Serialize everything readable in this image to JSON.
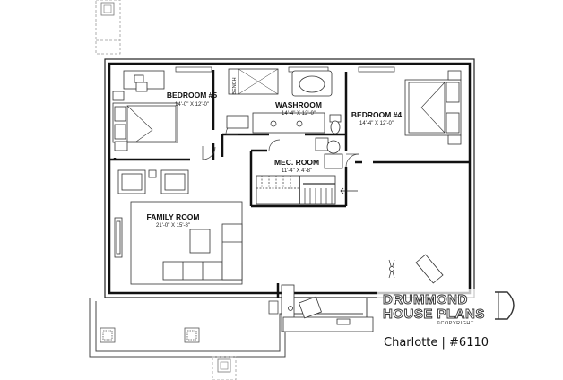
{
  "plan": {
    "rooms": [
      {
        "id": "bedroom5",
        "name": "BEDROOM #5",
        "dims": "14'-0\" X 12'-0\""
      },
      {
        "id": "washroom",
        "name": "WASHROOM",
        "dims": "14'-4\" X 12'-0\""
      },
      {
        "id": "bedroom4",
        "name": "BEDROOM #4",
        "dims": "14'-4\" X 12'-0\""
      },
      {
        "id": "mec",
        "name": "MEC. ROOM",
        "dims": "11'-4\" X 4'-8\""
      },
      {
        "id": "family",
        "name": "FAMILY ROOM",
        "dims": "21'-0\" X 15'-8\""
      }
    ],
    "bench_label": "BENCH"
  },
  "branding": {
    "company_line1": "DRUMMOND",
    "company_line2": "HOUSE PLANS",
    "copyright": "©COPYRIGHT",
    "plan_name": "Charlotte | #6110"
  },
  "colors": {
    "wall": "#111111",
    "line": "#333333",
    "light": "#888888"
  }
}
